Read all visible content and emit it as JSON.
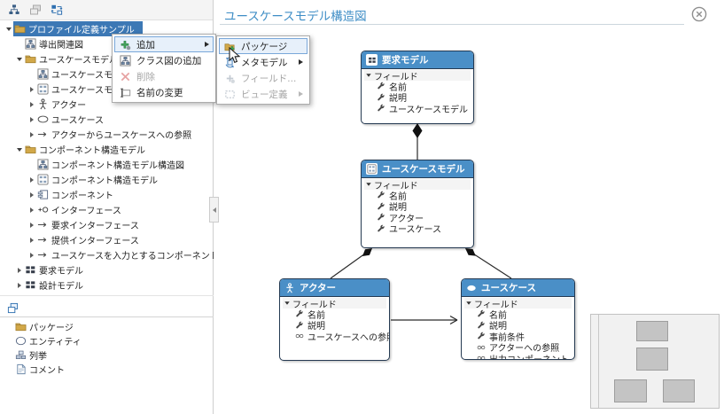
{
  "window": {
    "title": "ユースケースモデル構造図"
  },
  "toolbar": {
    "icons": [
      {
        "name": "class-diagram"
      },
      {
        "name": "packages",
        "disabled": true
      },
      {
        "name": "derive"
      }
    ]
  },
  "tree": {
    "items": [
      {
        "label": "プロファイル定義サンプル",
        "icon": "folder",
        "arrow": "expanded",
        "indent": 0,
        "selected": true
      },
      {
        "label": "導出関連図",
        "icon": "diagram",
        "arrow": "none",
        "indent": 1
      },
      {
        "label": "ユースケースモデル",
        "icon": "folder",
        "arrow": "expanded",
        "indent": 1
      },
      {
        "label": "ユースケースモデル構造図",
        "icon": "diagram",
        "arrow": "none",
        "indent": 2
      },
      {
        "label": "ユースケースモデル",
        "icon": "meta",
        "arrow": "collapsed",
        "indent": 2
      },
      {
        "label": "アクター",
        "icon": "actor",
        "arrow": "collapsed",
        "indent": 2
      },
      {
        "label": "ユースケース",
        "icon": "usecase",
        "arrow": "collapsed",
        "indent": 2
      },
      {
        "label": "アクターからユースケースへの参照",
        "icon": "arrow",
        "arrow": "collapsed",
        "indent": 2
      },
      {
        "label": "コンポーネント構造モデル",
        "icon": "folder",
        "arrow": "expanded",
        "indent": 1
      },
      {
        "label": "コンポーネント構造モデル構造図",
        "icon": "diagram",
        "arrow": "none",
        "indent": 2
      },
      {
        "label": "コンポーネント構造モデル",
        "icon": "meta",
        "arrow": "collapsed",
        "indent": 2
      },
      {
        "label": "コンポーネント",
        "icon": "component",
        "arrow": "collapsed",
        "indent": 2
      },
      {
        "label": "インターフェース",
        "icon": "interface",
        "arrow": "collapsed",
        "indent": 2
      },
      {
        "label": "要求インターフェース",
        "icon": "arrow",
        "arrow": "collapsed",
        "indent": 2
      },
      {
        "label": "提供インターフェース",
        "icon": "arrow",
        "arrow": "collapsed",
        "indent": 2
      },
      {
        "label": "ユースケースを入力とするコンポーネントの導出",
        "icon": "arrow",
        "arrow": "collapsed",
        "indent": 2
      },
      {
        "label": "要求モデル",
        "icon": "grid",
        "arrow": "collapsed",
        "indent": 1
      },
      {
        "label": "設計モデル",
        "icon": "grid",
        "arrow": "collapsed",
        "indent": 1
      }
    ]
  },
  "palette": {
    "header_icon": "views",
    "items": [
      {
        "label": "パッケージ",
        "icon": "folder"
      },
      {
        "label": "エンティティ",
        "icon": "entity"
      },
      {
        "label": "列挙",
        "icon": "enum"
      },
      {
        "label": "コメント",
        "icon": "note"
      }
    ]
  },
  "context_menu": {
    "items": [
      {
        "label": "追加",
        "icon": "add",
        "submenu": true,
        "highlighted": true
      },
      {
        "label": "クラス図の追加",
        "icon": "diagram"
      },
      {
        "label": "削除",
        "icon": "delete",
        "disabled": true
      },
      {
        "label": "名前の変更",
        "icon": "rename"
      }
    ]
  },
  "submenu": {
    "items": [
      {
        "label": "パッケージ",
        "icon": "package-add",
        "highlighted": true
      },
      {
        "label": "メタモデル",
        "icon": "metamodel",
        "submenu": true
      },
      {
        "label": "フィールド...",
        "icon": "field",
        "disabled": true
      },
      {
        "label": "ビュー定義",
        "icon": "view-def",
        "disabled": true,
        "submenu": true
      }
    ]
  },
  "diagram": {
    "boxes": [
      {
        "title": "要求モデル",
        "icon": "grid",
        "fields_label": "フィールド",
        "fields": [
          {
            "label": "名前",
            "icon": "wrench"
          },
          {
            "label": "説明",
            "icon": "wrench"
          },
          {
            "label": "ユースケースモデル",
            "icon": "wrench"
          }
        ]
      },
      {
        "title": "ユースケースモデル",
        "icon": "meta",
        "fields_label": "フィールド",
        "fields": [
          {
            "label": "名前",
            "icon": "wrench"
          },
          {
            "label": "説明",
            "icon": "wrench"
          },
          {
            "label": "アクター",
            "icon": "wrench"
          },
          {
            "label": "ユースケース",
            "icon": "wrench"
          }
        ]
      },
      {
        "title": "アクター",
        "icon": "actor",
        "fields_label": "フィールド",
        "fields": [
          {
            "label": "名前",
            "icon": "wrench"
          },
          {
            "label": "説明",
            "icon": "wrench"
          },
          {
            "label": "ユースケースへの参照",
            "icon": "ref"
          }
        ]
      },
      {
        "title": "ユースケース",
        "icon": "ellipse",
        "fields_label": "フィールド",
        "fields": [
          {
            "label": "名前",
            "icon": "wrench"
          },
          {
            "label": "説明",
            "icon": "wrench"
          },
          {
            "label": "事前条件",
            "icon": "wrench"
          },
          {
            "label": "アクターへの参照",
            "icon": "ref"
          },
          {
            "label": "出力コンポーネント",
            "icon": "ref"
          }
        ]
      }
    ]
  },
  "colors": {
    "accent_blue": "#3f8ec6",
    "box_header_blue": "#4a8fc7",
    "selection_blue": "#3c78b5",
    "folder_tan": "#d2a849"
  }
}
